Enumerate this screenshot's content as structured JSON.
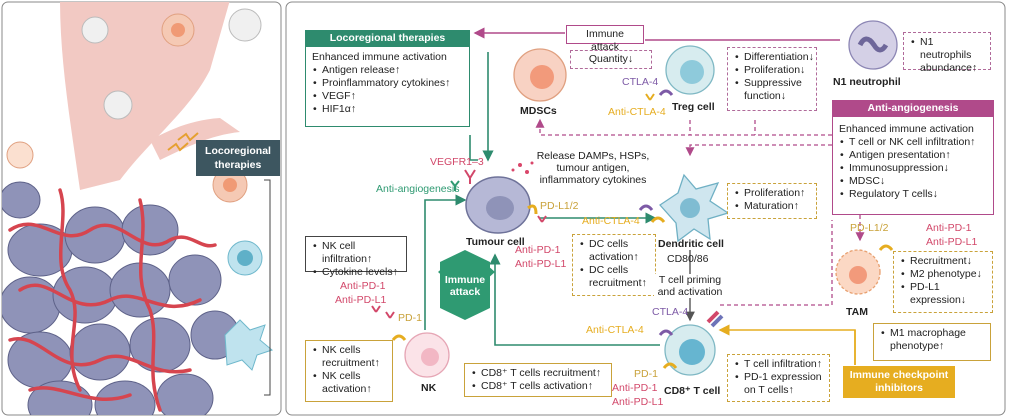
{
  "left_panel": {
    "label": "Locoregional therapies"
  },
  "locoregional": {
    "header": "Locoregional therapies",
    "intro": "Enhanced immune activation",
    "items": [
      "Antigen release↑",
      "Proinflammatory cytokines↑",
      "VEGF↑",
      "HIF1α↑"
    ]
  },
  "immune_attack_top": "Immune attack",
  "mdsc": {
    "name": "MDSCs",
    "effect": "Quantity↓"
  },
  "treg": {
    "name": "Treg cell",
    "ctla4": "CTLA-4",
    "anti_ctla4": "Anti-CTLA-4",
    "effects": [
      "Differentiation↓",
      "Proliferation↓",
      "Suppressive function↓"
    ]
  },
  "n1": {
    "name": "N1 neutrophil",
    "effects": [
      "N1 neutrophils abundance↑"
    ]
  },
  "anti_angiogenesis": {
    "header": "Anti-angiogenesis",
    "intro": "Enhanced immune activation",
    "items": [
      "T cell or NK cell infiltration↑",
      "Antigen presentation↑",
      "Immunosuppression↓",
      "MDSC↓",
      "Regulatory T cells↓"
    ]
  },
  "tumour": {
    "name": "Tumour cell",
    "vegfr": "VEGFR1–3",
    "anti_angio": "Anti-angiogenesis",
    "pdl1": "PD-L1/2",
    "anti_pd1": "Anti-PD-1",
    "anti_pdl1": "Anti-PD-L1"
  },
  "release_text": "Release DAMPs, HSPs, tumour antigen, inflammatory cytokines",
  "dendritic": {
    "name": "Dendritic cell",
    "cd": "CD80/86",
    "anti_ctla4": "Anti-CTLA-4",
    "effects": [
      "Proliferation↑",
      "Maturation↑"
    ],
    "dc_effects": [
      "DC cells activation↑",
      "DC cells recruitment↑"
    ]
  },
  "tcell_priming": "T cell priming and activation",
  "nk_box": [
    "NK cell infiltration↑",
    "Cytokine levels↑"
  ],
  "immune_attack_mid": "Immune attack",
  "nk": {
    "name": "NK",
    "anti_pd1": "Anti-PD-1",
    "anti_pdl1": "Anti-PD-L1",
    "pd1": "PD-1",
    "effects": [
      "NK cells recruitment↑",
      "NK cells activation↑"
    ]
  },
  "cd8": {
    "name": "CD8⁺ T cell",
    "ctla4": "CTLA-4",
    "anti_ctla4": "Anti-CTLA-4",
    "pd1": "PD-1",
    "anti_pd1": "Anti-PD-1",
    "anti_pdl1": "Anti-PD-L1",
    "effects": [
      "CD8⁺ T cells recruitment↑",
      "CD8⁺ T cells activation↑"
    ],
    "right_effects": [
      "T cell infiltration↑",
      "PD-1 expression on T cells↑"
    ]
  },
  "tam": {
    "name": "TAM",
    "pdl1": "PD-L1/2",
    "anti_pd1": "Anti-PD-1",
    "anti_pdl1": "Anti-PD-L1",
    "effects": [
      "Recruitment↓",
      "M2 phenotype↓",
      "PD-L1 expression↓"
    ],
    "m1": [
      "M1 macrophage phenotype↑"
    ]
  },
  "ici_label": "Immune checkpoint inhibitors",
  "colors": {
    "green": "#2e8b6e",
    "pink": "#b04a8a",
    "gold": "#e6ad20",
    "red_text": "#d2486a",
    "dark": "#3d5660"
  }
}
